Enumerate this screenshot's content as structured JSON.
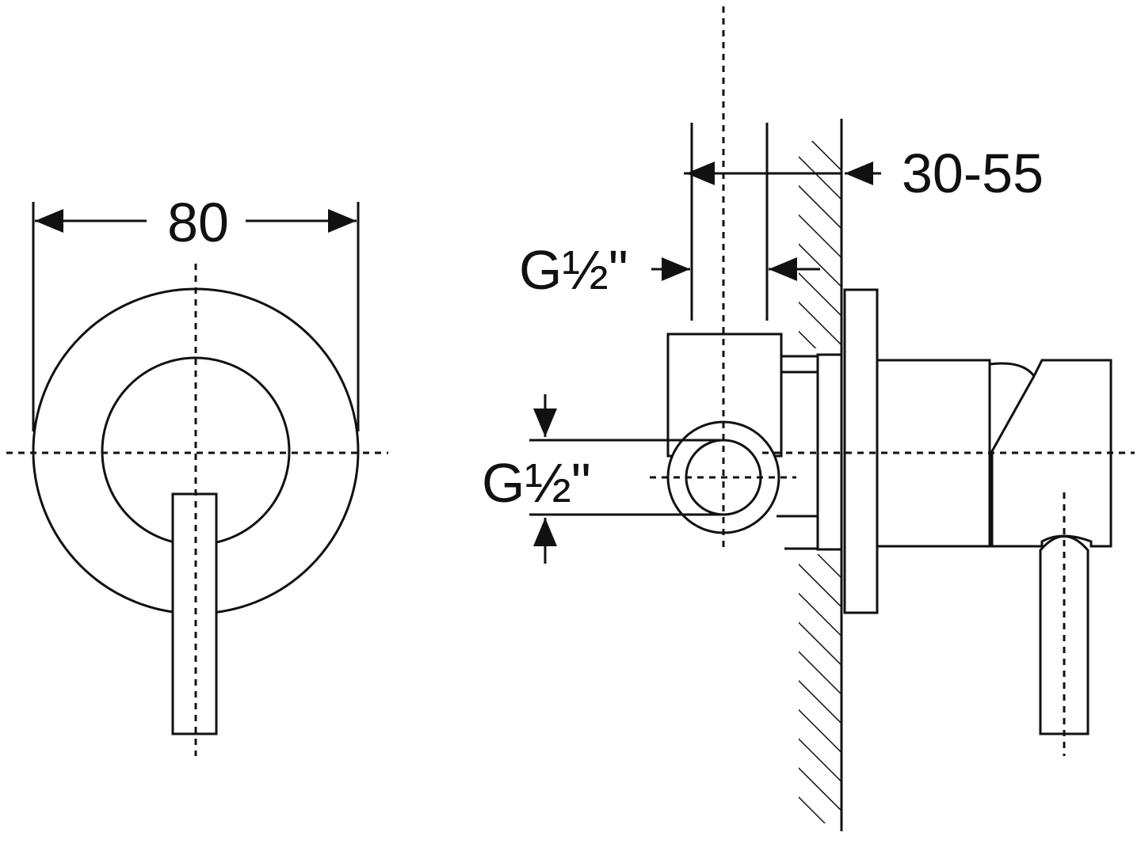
{
  "drawing": {
    "dimensions": {
      "width_mm": "80",
      "wall_range": "30-55",
      "connection_top": "G½\"",
      "connection_side": "G½\""
    },
    "colors": {
      "line": "#111111",
      "background": "#ffffff"
    }
  }
}
